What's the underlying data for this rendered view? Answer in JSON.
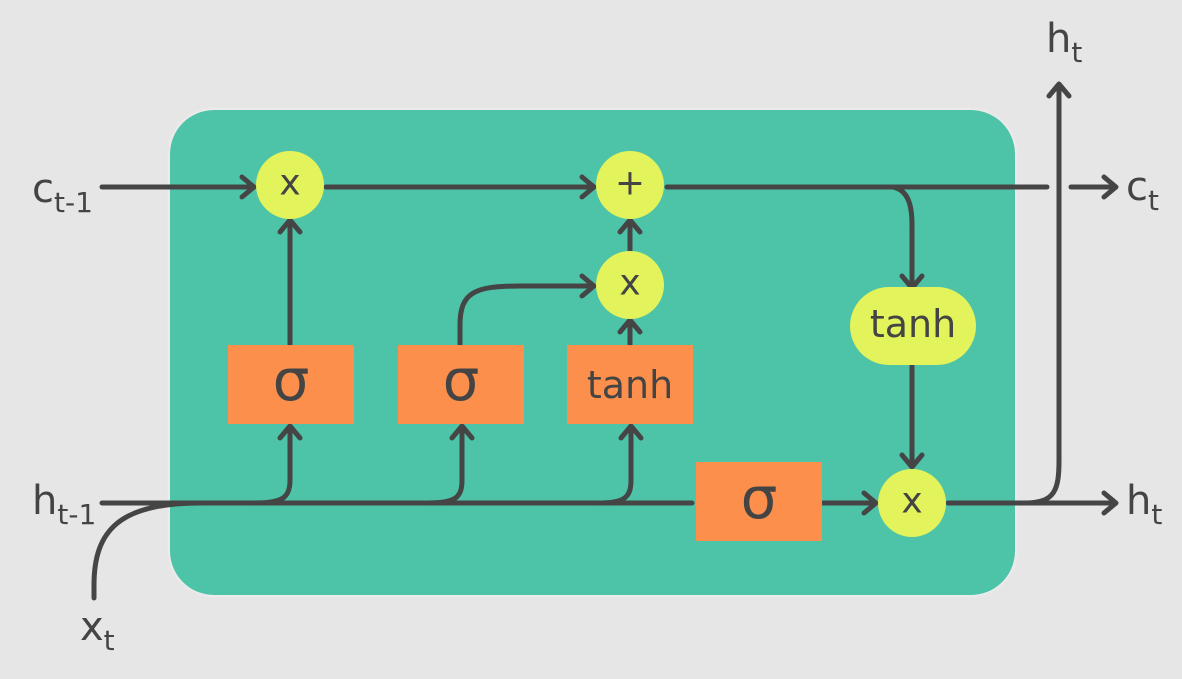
{
  "colors": {
    "background": "#e6e6e6",
    "cell": "#4dc3a8",
    "pointwise_op": "#e3f35b",
    "layer": "#fd8f4d",
    "line": "#454545",
    "text": "#444444"
  },
  "inputs": {
    "c_prev": {
      "base": "c",
      "sub": "t-1"
    },
    "h_prev": {
      "base": "h",
      "sub": "t-1"
    },
    "x": {
      "base": "x",
      "sub": "t"
    }
  },
  "outputs": {
    "c": {
      "base": "c",
      "sub": "t"
    },
    "h_right": {
      "base": "h",
      "sub": "t"
    },
    "h_top": {
      "base": "h",
      "sub": "t"
    }
  },
  "ops": {
    "forget_mult": "x",
    "add": "+",
    "input_mult": "x",
    "output_mult": "x"
  },
  "layers": {
    "forget_gate": "σ",
    "input_gate": "σ",
    "candidate": "tanh",
    "output_gate": "σ",
    "cell_tanh": "tanh"
  }
}
